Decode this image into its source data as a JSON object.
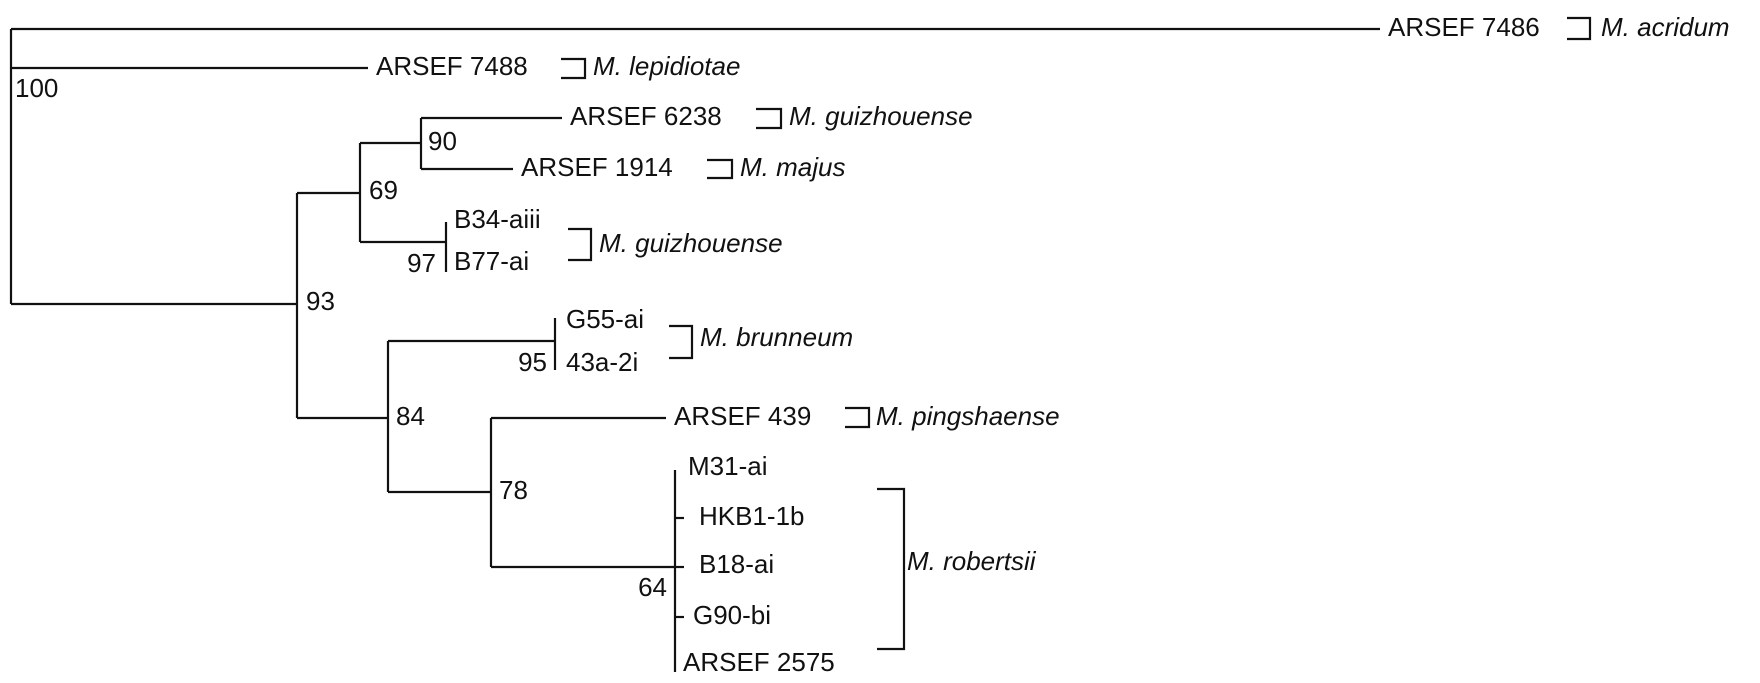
{
  "tree": {
    "taxa": [
      {
        "id": "t1",
        "label": "ARSEF 7486",
        "species": "M. acridum"
      },
      {
        "id": "t2",
        "label": "ARSEF 7488",
        "species": "M. lepidiotae"
      },
      {
        "id": "t3",
        "label": "ARSEF 6238",
        "species": "M. guizhouense"
      },
      {
        "id": "t4",
        "label": "ARSEF 1914",
        "species": "M. majus"
      },
      {
        "id": "t5",
        "label": "B34-aiii"
      },
      {
        "id": "t6",
        "label": "B77-ai"
      },
      {
        "id": "t7",
        "label": "G55-ai"
      },
      {
        "id": "t8",
        "label": "43a-2i"
      },
      {
        "id": "t9",
        "label": "ARSEF 439",
        "species": "M. pingshaense"
      },
      {
        "id": "t10",
        "label": "M31-ai"
      },
      {
        "id": "t11",
        "label": "HKB1-1b"
      },
      {
        "id": "t12",
        "label": "B18-ai"
      },
      {
        "id": "t13",
        "label": "G90-bi"
      },
      {
        "id": "t14",
        "label": "ARSEF 2575"
      }
    ],
    "group_labels": {
      "guizhouense": "M. guizhouense",
      "brunneum": "M. brunneum",
      "robertsii": "M. robertsii"
    },
    "bootstrap": {
      "n100": "100",
      "n93": "93",
      "n69": "69",
      "n90": "90",
      "n97": "97",
      "n84": "84",
      "n95": "95",
      "n78": "78",
      "n64": "64"
    }
  }
}
